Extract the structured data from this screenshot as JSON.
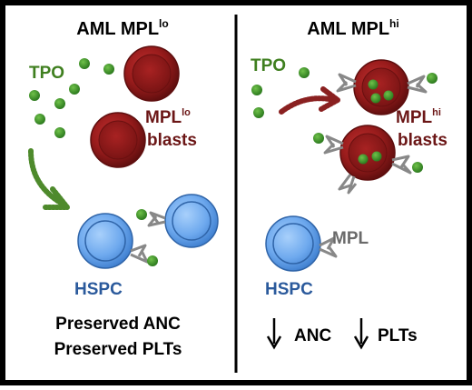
{
  "left_panel": {
    "title": {
      "main": "AML MPL",
      "sup": "lo"
    },
    "tpo_label": "TPO",
    "blast_label": {
      "line1_main": "MPL",
      "line1_sup": "lo",
      "line2": "blasts"
    },
    "hspc_label": "HSPC",
    "outcome_line1": "Preserved ANC",
    "outcome_line2": "Preserved PLTs"
  },
  "right_panel": {
    "title": {
      "main": "AML MPL",
      "sup": "hi"
    },
    "tpo_label": "TPO",
    "blast_label": {
      "line1_main": "MPL",
      "line1_sup": "hi",
      "line2": "blasts"
    },
    "mpl_label": "MPL",
    "hspc_label": "HSPC",
    "outcome_anc": "ANC",
    "outcome_plts": "PLTs"
  },
  "colors": {
    "border": "#000000",
    "divider": "#000000",
    "title_text": "#000000",
    "tpo_text": "#3f7f1f",
    "tpo_dot": "#3f8a2a",
    "blast": "#8c1a1a",
    "blast_text": "#6b1616",
    "hspc": "#6aa8ec",
    "hspc_text": "#2b5a9c",
    "receptor": "#888888",
    "mpl_text": "#6a6a6a",
    "arrow_left": "#4e8a2c",
    "arrow_right": "#8a2020",
    "outcome_text": "#000000"
  }
}
